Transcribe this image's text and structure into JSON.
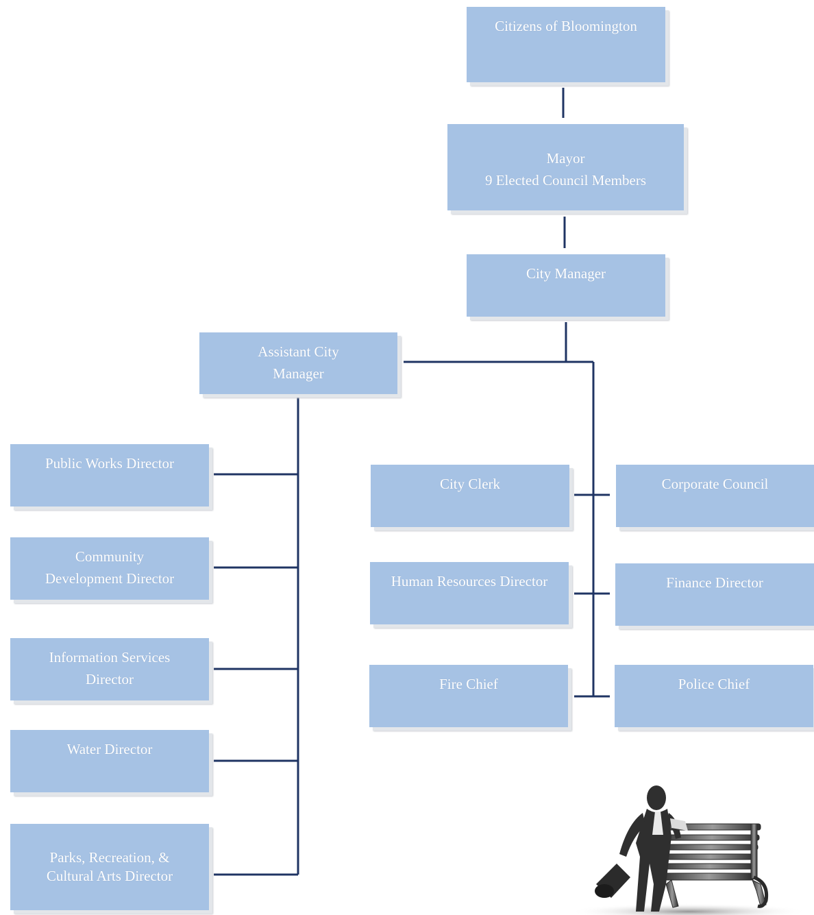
{
  "org_chart": {
    "colors": {
      "box": "#a6c2e4",
      "connector": "#1f3463",
      "text": "#ffffff"
    },
    "nodes": {
      "citizens": [
        "Citizens of Bloomington"
      ],
      "council": [
        "Mayor",
        "9 Elected Council Members"
      ],
      "city_manager": [
        "City Manager"
      ],
      "assistant_city_manager": [
        "Assistant City",
        "Manager"
      ],
      "public_works": [
        "Public Works Director"
      ],
      "community_development": [
        "Community",
        "Development Director"
      ],
      "information_services": [
        "Information Services",
        "Director"
      ],
      "water": [
        "Water Director"
      ],
      "parks": [
        "Parks, Recreation, &",
        "Cultural Arts Director"
      ],
      "city_clerk": [
        "City Clerk"
      ],
      "corporate_council": [
        "Corporate Council"
      ],
      "human_resources": [
        "Human Resources Director"
      ],
      "finance": [
        "Finance Director"
      ],
      "fire_chief": [
        "Fire Chief"
      ],
      "police_chief": [
        "Police Chief"
      ]
    },
    "illustration": {
      "icon": "lincoln-statue-on-bench-icon"
    }
  }
}
